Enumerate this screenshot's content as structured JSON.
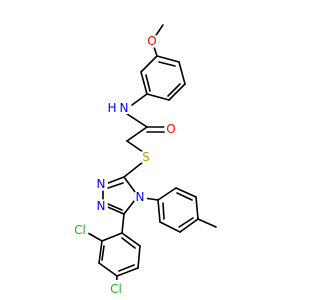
{
  "molecule": {
    "colors": {
      "bond": "#000000",
      "O": "#ff0000",
      "N": "#0000ff",
      "S": "#b2a400",
      "Cl": "#1ab81a",
      "H": "#0000ff"
    },
    "atoms": {
      "O_methoxy": "O",
      "N_amide": "N",
      "H_amide": "H",
      "O_carbonyl": "O",
      "S_thioether": "S",
      "N_ring_1": "N",
      "N_ring_2": "N",
      "N_ring_4": "N",
      "Cl_ortho": "Cl",
      "Cl_para": "Cl"
    }
  }
}
